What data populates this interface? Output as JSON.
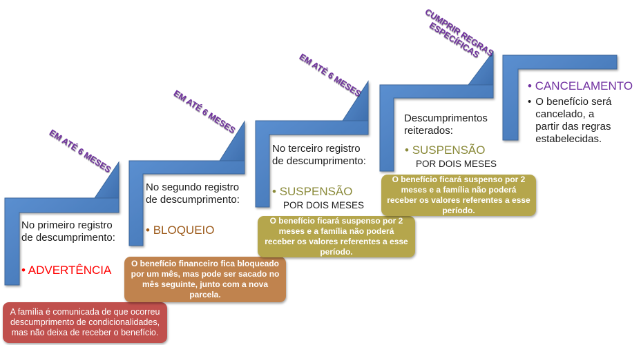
{
  "colors": {
    "step": "#4f81bd",
    "step_edge": "#3a659a",
    "label": "#7030a0",
    "warning_red": "#ff0000",
    "blocked_brown": "#9c5a1a",
    "suspension_olive": "#8a8a3a",
    "cancel_purple": "#7030a0",
    "callout_red": "#c0504d",
    "callout_orange": "#c0834e",
    "callout_olive": "#b5a64c"
  },
  "steps": [
    {
      "label": "EM ATÉ 6 MESES",
      "text": "No primeiro registro de descumprimento:",
      "bullet": "ADVERTÊNCIA",
      "sub": "",
      "callout": "A família é comunicada de que ocorreu descumprimento de condicionalidades, mas não deixa de receber o benefício."
    },
    {
      "label": "EM ATÉ 6 MESES",
      "text": "No segundo registro de descumprimento:",
      "bullet": "BLOQUEIO",
      "sub": "",
      "callout": "O benefício financeiro fica bloqueado por um mês, mas pode ser sacado no mês seguinte, junto com a nova parcela."
    },
    {
      "label": "EM ATÉ 6 MESES",
      "text": "No terceiro registro de descumprimento:",
      "bullet": "SUSPENSÃO",
      "sub": "POR DOIS MESES",
      "callout": "O benefício ficará suspenso por 2 meses e a família não poderá receber os valores referentes a esse período."
    },
    {
      "label": "CUMPRIR REGRAS ESPECÍFICAS",
      "text": "Descumprimentos reiterados:",
      "bullet": "SUSPENSÃO",
      "sub": "POR DOIS MESES",
      "callout": "O benefício ficará suspenso por 2 meses e a família não poderá receber os valores referentes a esse período."
    },
    {
      "label": "",
      "text": "",
      "bullet": "CANCELAMENTO",
      "sub": "",
      "bullet2": "O benefício será cancelado, a partir das regras estabelecidas.",
      "callout": ""
    }
  ]
}
